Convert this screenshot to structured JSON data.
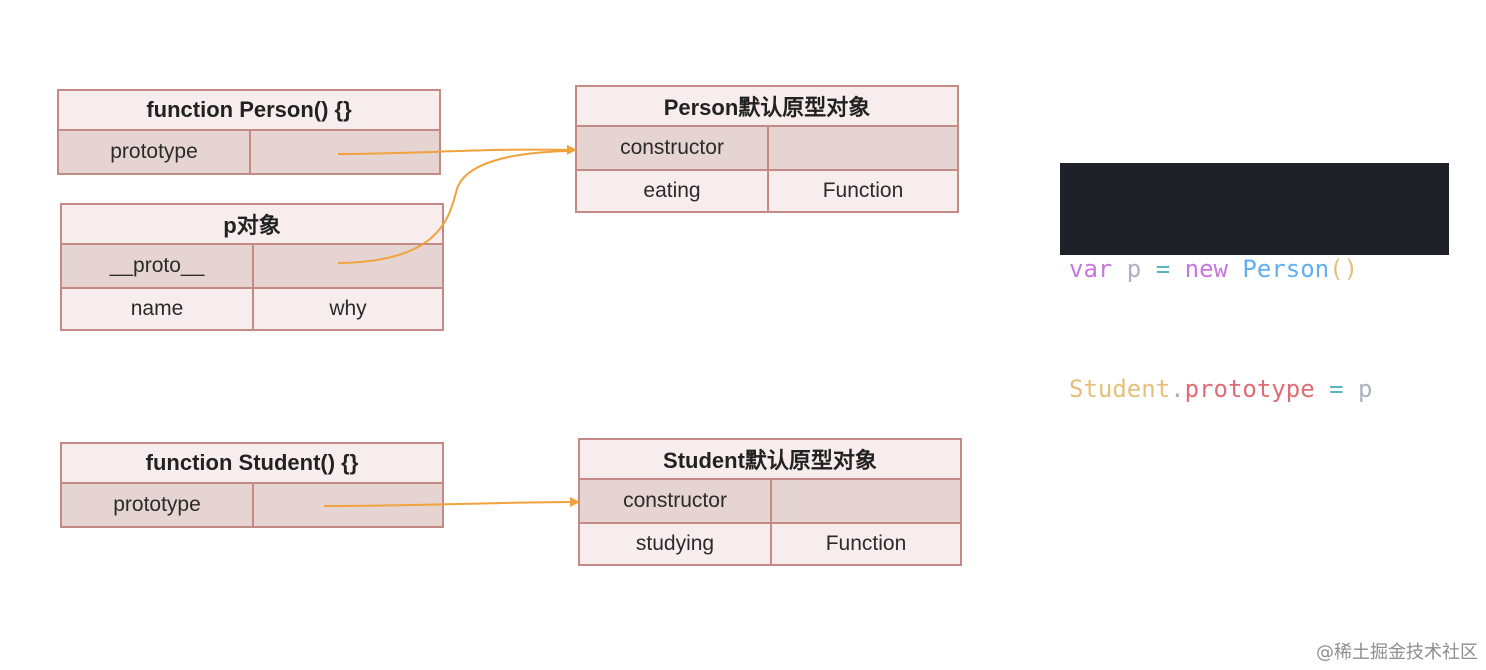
{
  "diagram": {
    "person_fn": {
      "title": "function Person() {}",
      "rows": [
        {
          "left": "prototype",
          "right": ""
        }
      ]
    },
    "p_obj": {
      "title": "p对象",
      "rows": [
        {
          "left": "__proto__",
          "right": ""
        },
        {
          "left": "name",
          "right": "why"
        }
      ]
    },
    "person_proto": {
      "title": "Person默认原型对象",
      "rows": [
        {
          "left": "constructor",
          "right": ""
        },
        {
          "left": "eating",
          "right": "Function"
        }
      ]
    },
    "student_fn": {
      "title": "function Student() {}",
      "rows": [
        {
          "left": "prototype",
          "right": ""
        }
      ]
    },
    "student_proto": {
      "title": "Student默认原型对象",
      "rows": [
        {
          "left": "constructor",
          "right": ""
        },
        {
          "left": "studying",
          "right": "Function"
        }
      ]
    },
    "arrow_color": "#f0a23c"
  },
  "code": {
    "line1": {
      "kw1": "var",
      "name": " p ",
      "eq": "=",
      "kw2": " new ",
      "cls": "Person",
      "parens": "()"
    },
    "line2": {
      "obj": "Student",
      "dot": ".",
      "prop": "prototype",
      "eq": " = ",
      "val": "p"
    },
    "colors": {
      "background": "#1f2128",
      "keyword": "#c678dd",
      "class": "#61afef",
      "object": "#e5c07b",
      "property": "#e06c75"
    }
  },
  "watermark": "@稀土掘金技术社区"
}
